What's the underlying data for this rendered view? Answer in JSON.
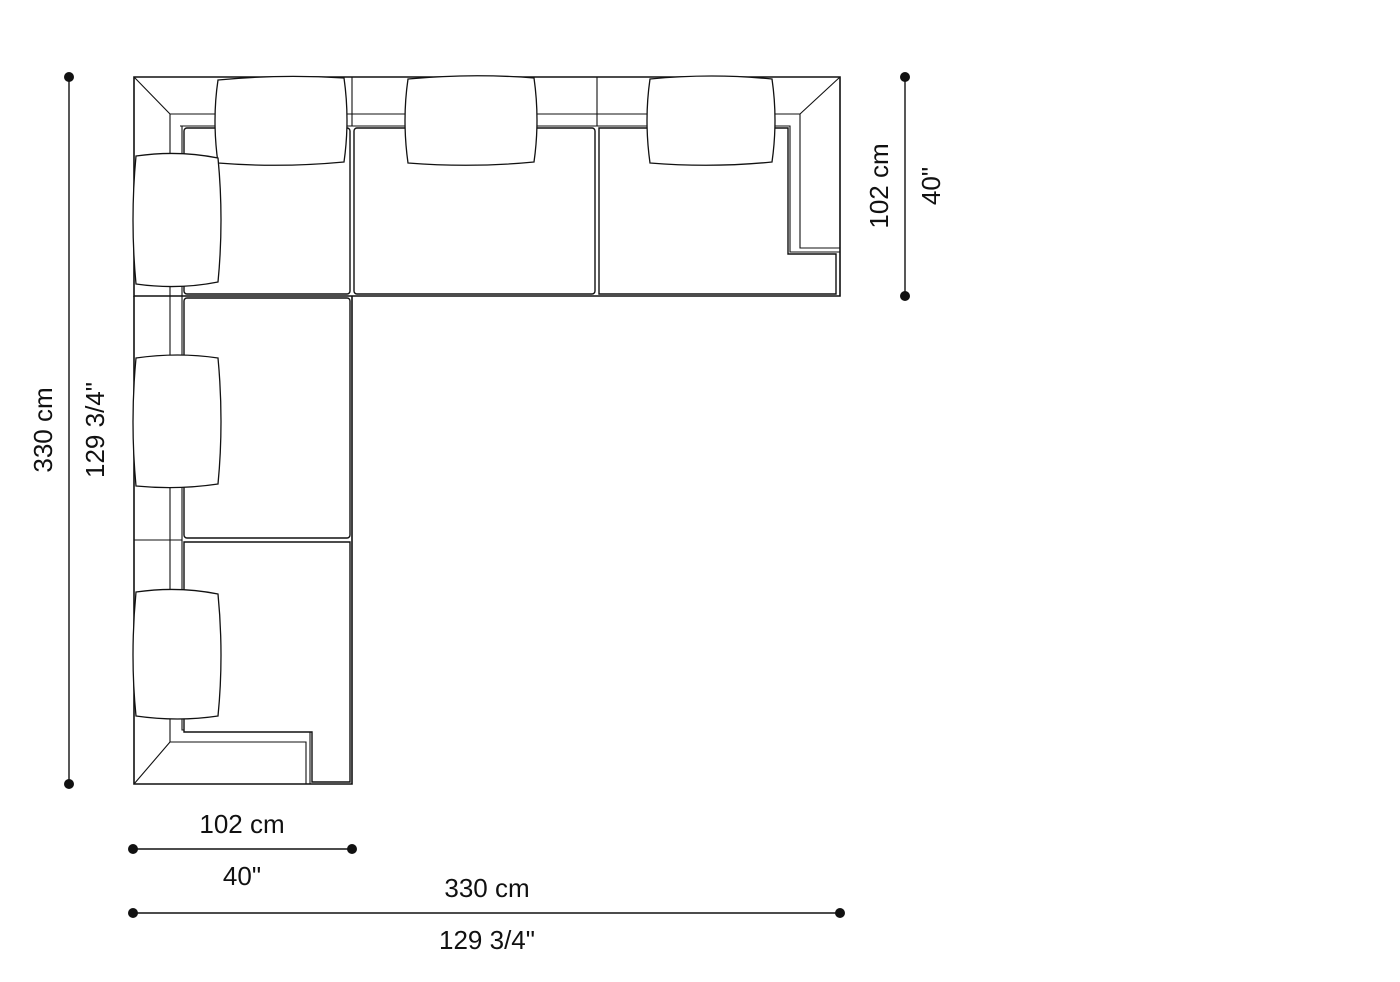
{
  "dimensions": {
    "left_height": {
      "metric": "330 cm",
      "imperial": "129 3/4\""
    },
    "bottom_module_width": {
      "metric": "102 cm",
      "imperial": "40\""
    },
    "bottom_total_width": {
      "metric": "330 cm",
      "imperial": "129 3/4\""
    },
    "right_depth": {
      "metric": "102 cm",
      "imperial": "40\""
    }
  },
  "colors": {
    "line": "#111111",
    "background": "#ffffff"
  }
}
